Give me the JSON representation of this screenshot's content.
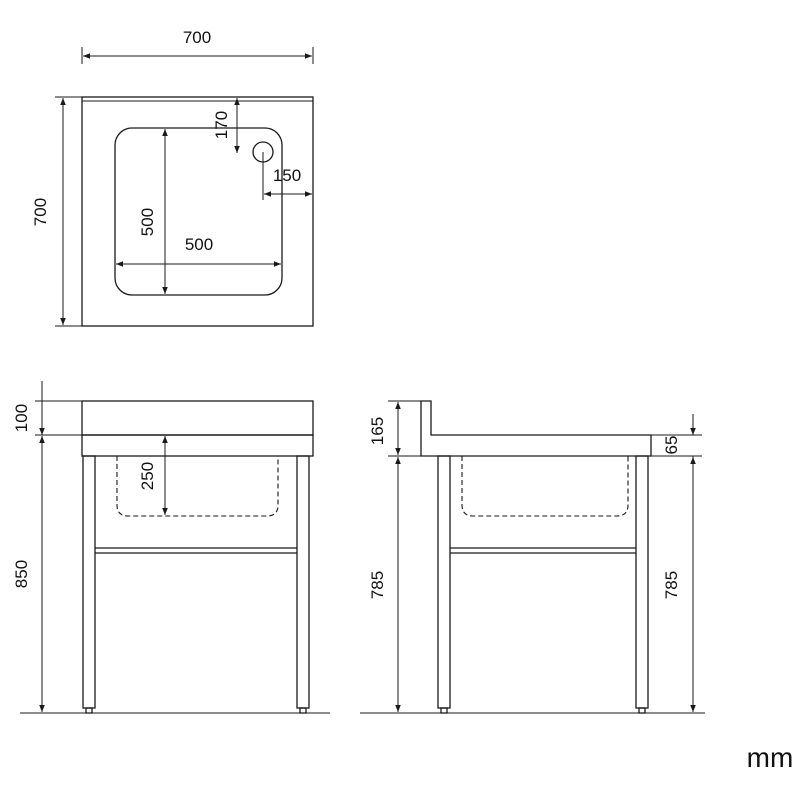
{
  "unit": "mm",
  "top_view": {
    "width": "700",
    "depth": "700",
    "tap_offset_back": "170",
    "tap_offset_side": "150",
    "bowl_depth_plan": "500",
    "bowl_width_plan": "500"
  },
  "front_view": {
    "splashback_height": "100",
    "working_height": "850",
    "bowl_depth": "250"
  },
  "side_view": {
    "splashback_height": "165",
    "leg_height": "785",
    "top_thickness": "65",
    "leg_height_right": "785"
  }
}
